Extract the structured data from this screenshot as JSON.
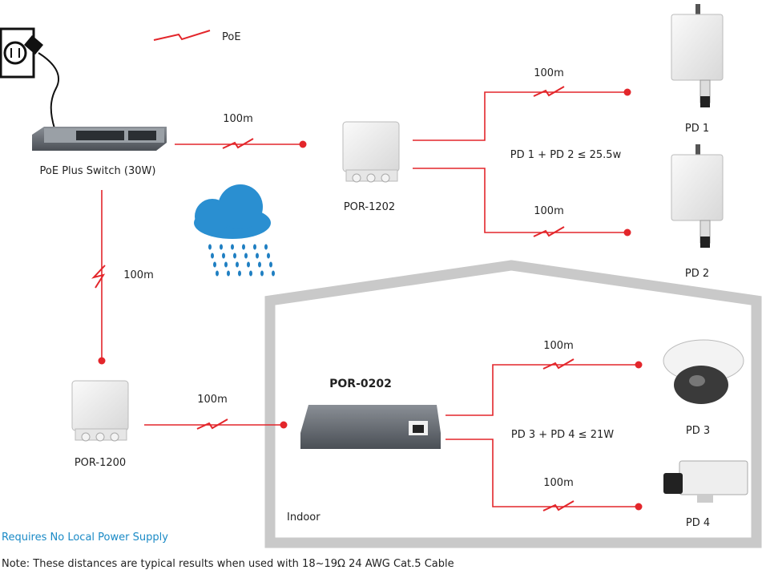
{
  "legend": {
    "label": "PoE",
    "icon": "poe-zigzag-icon"
  },
  "colors": {
    "cable": "#e3262b",
    "house": "#c9c9c9",
    "note_blue": "#1a8ac6"
  },
  "devices": {
    "switch": "PoE Plus Switch (30W)",
    "por1202": "POR-1202",
    "por1200": "POR-1200",
    "por0202": "POR-0202",
    "pd1": "PD 1",
    "pd2": "PD 2",
    "pd3": "PD 3",
    "pd4": "PD 4"
  },
  "distances": {
    "switch_to_por1202": "100m",
    "por1202_to_pd1": "100m",
    "por1202_to_pd2": "100m",
    "switch_to_por1200": "100m",
    "por1200_to_por0202": "100m",
    "por0202_to_pd3": "100m",
    "por0202_to_pd4": "100m"
  },
  "budgets": {
    "pd12": "PD 1 + PD 2 ≤ 25.5w",
    "pd34": "PD 3 + PD 4 ≤ 21W"
  },
  "indoor_label": "Indoor",
  "notes": {
    "power": "Requires No Local Power Supply",
    "cable": "Note: These distances are typical results when used with 18~19Ω 24 AWG Cat.5 Cable"
  }
}
